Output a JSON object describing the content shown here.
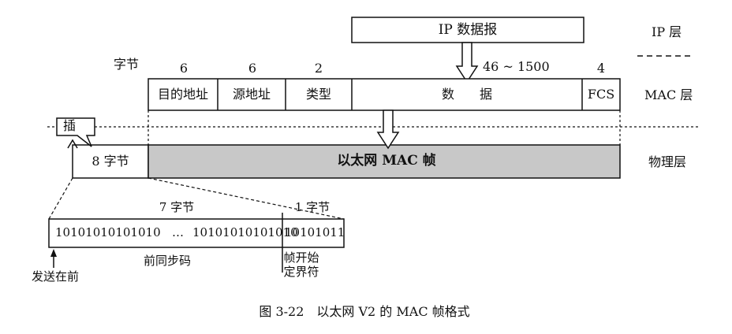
{
  "layers": {
    "ip": "IP 层",
    "mac": "MAC 层",
    "physical": "物理层"
  },
  "ip_packet": "IP 数据报",
  "data_range": "46 ~ 1500",
  "byte_unit": "字节",
  "mac_fields": [
    {
      "name": "目的地址",
      "bytes": "6"
    },
    {
      "name": "源地址",
      "bytes": "6"
    },
    {
      "name": "类型",
      "bytes": "2"
    },
    {
      "name": "数　　据",
      "bytes": ""
    },
    {
      "name": "FCS",
      "bytes": "4"
    }
  ],
  "insert_label": "插",
  "preamble_total": "8 字节",
  "frame_label": "以太网 MAC 帧",
  "preamble": {
    "seven_bytes": "7 字节",
    "one_byte": "1 字节",
    "bits_left": "10101010101010",
    "ellipsis": "…",
    "bits_mid": "10101010101010",
    "bits_sfd": "10101011",
    "preamble_name": "前同步码",
    "sfd_name_line1": "帧开始",
    "sfd_name_line2": "定界符",
    "send_first": "发送在前"
  },
  "caption": "图 3-22　以太网 V2 的 MAC 帧格式",
  "colors": {
    "frame_fill": "#c8c8c8",
    "line": "#111111",
    "background": "#ffffff"
  }
}
